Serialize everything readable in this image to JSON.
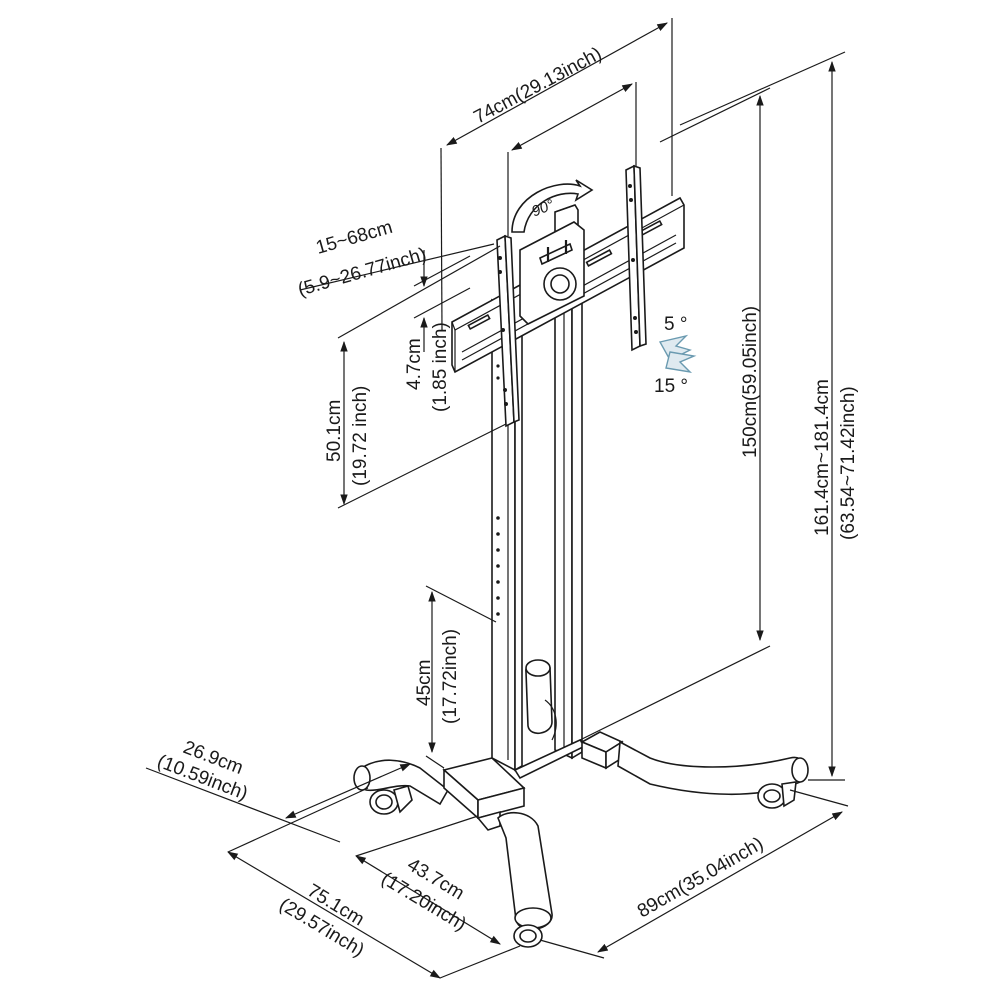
{
  "labels": {
    "width_top": "74cm(29.13inch)",
    "vesa_w1": "15~68cm",
    "vesa_w2": "(5.9~26.77inch)",
    "vesa_h1": "50.1cm",
    "vesa_h2": "(19.72 inch)",
    "offset1": "4.7cm",
    "offset2": "(1.85 inch)",
    "rotation": "90°",
    "tilt_up": "5 °",
    "tilt_down": "15 °",
    "center_height": "150cm(59.05inch)",
    "total1": "161.4cm~181.4cm",
    "total2": "(63.54~71.42inch)",
    "shelf1": "45cm",
    "shelf2": "(17.72inch)",
    "leg1a": "26.9cm",
    "leg1b": "(10.59inch)",
    "base_d1": "75.1cm",
    "base_d2": "(29.57inch)",
    "front1": "43.7cm",
    "front2": "(17.20inch)",
    "base_w": "89cm(35.04inch)"
  },
  "colors": {
    "ink": "#1a1a1a",
    "tilt_arrow": "#6a9ab0"
  }
}
